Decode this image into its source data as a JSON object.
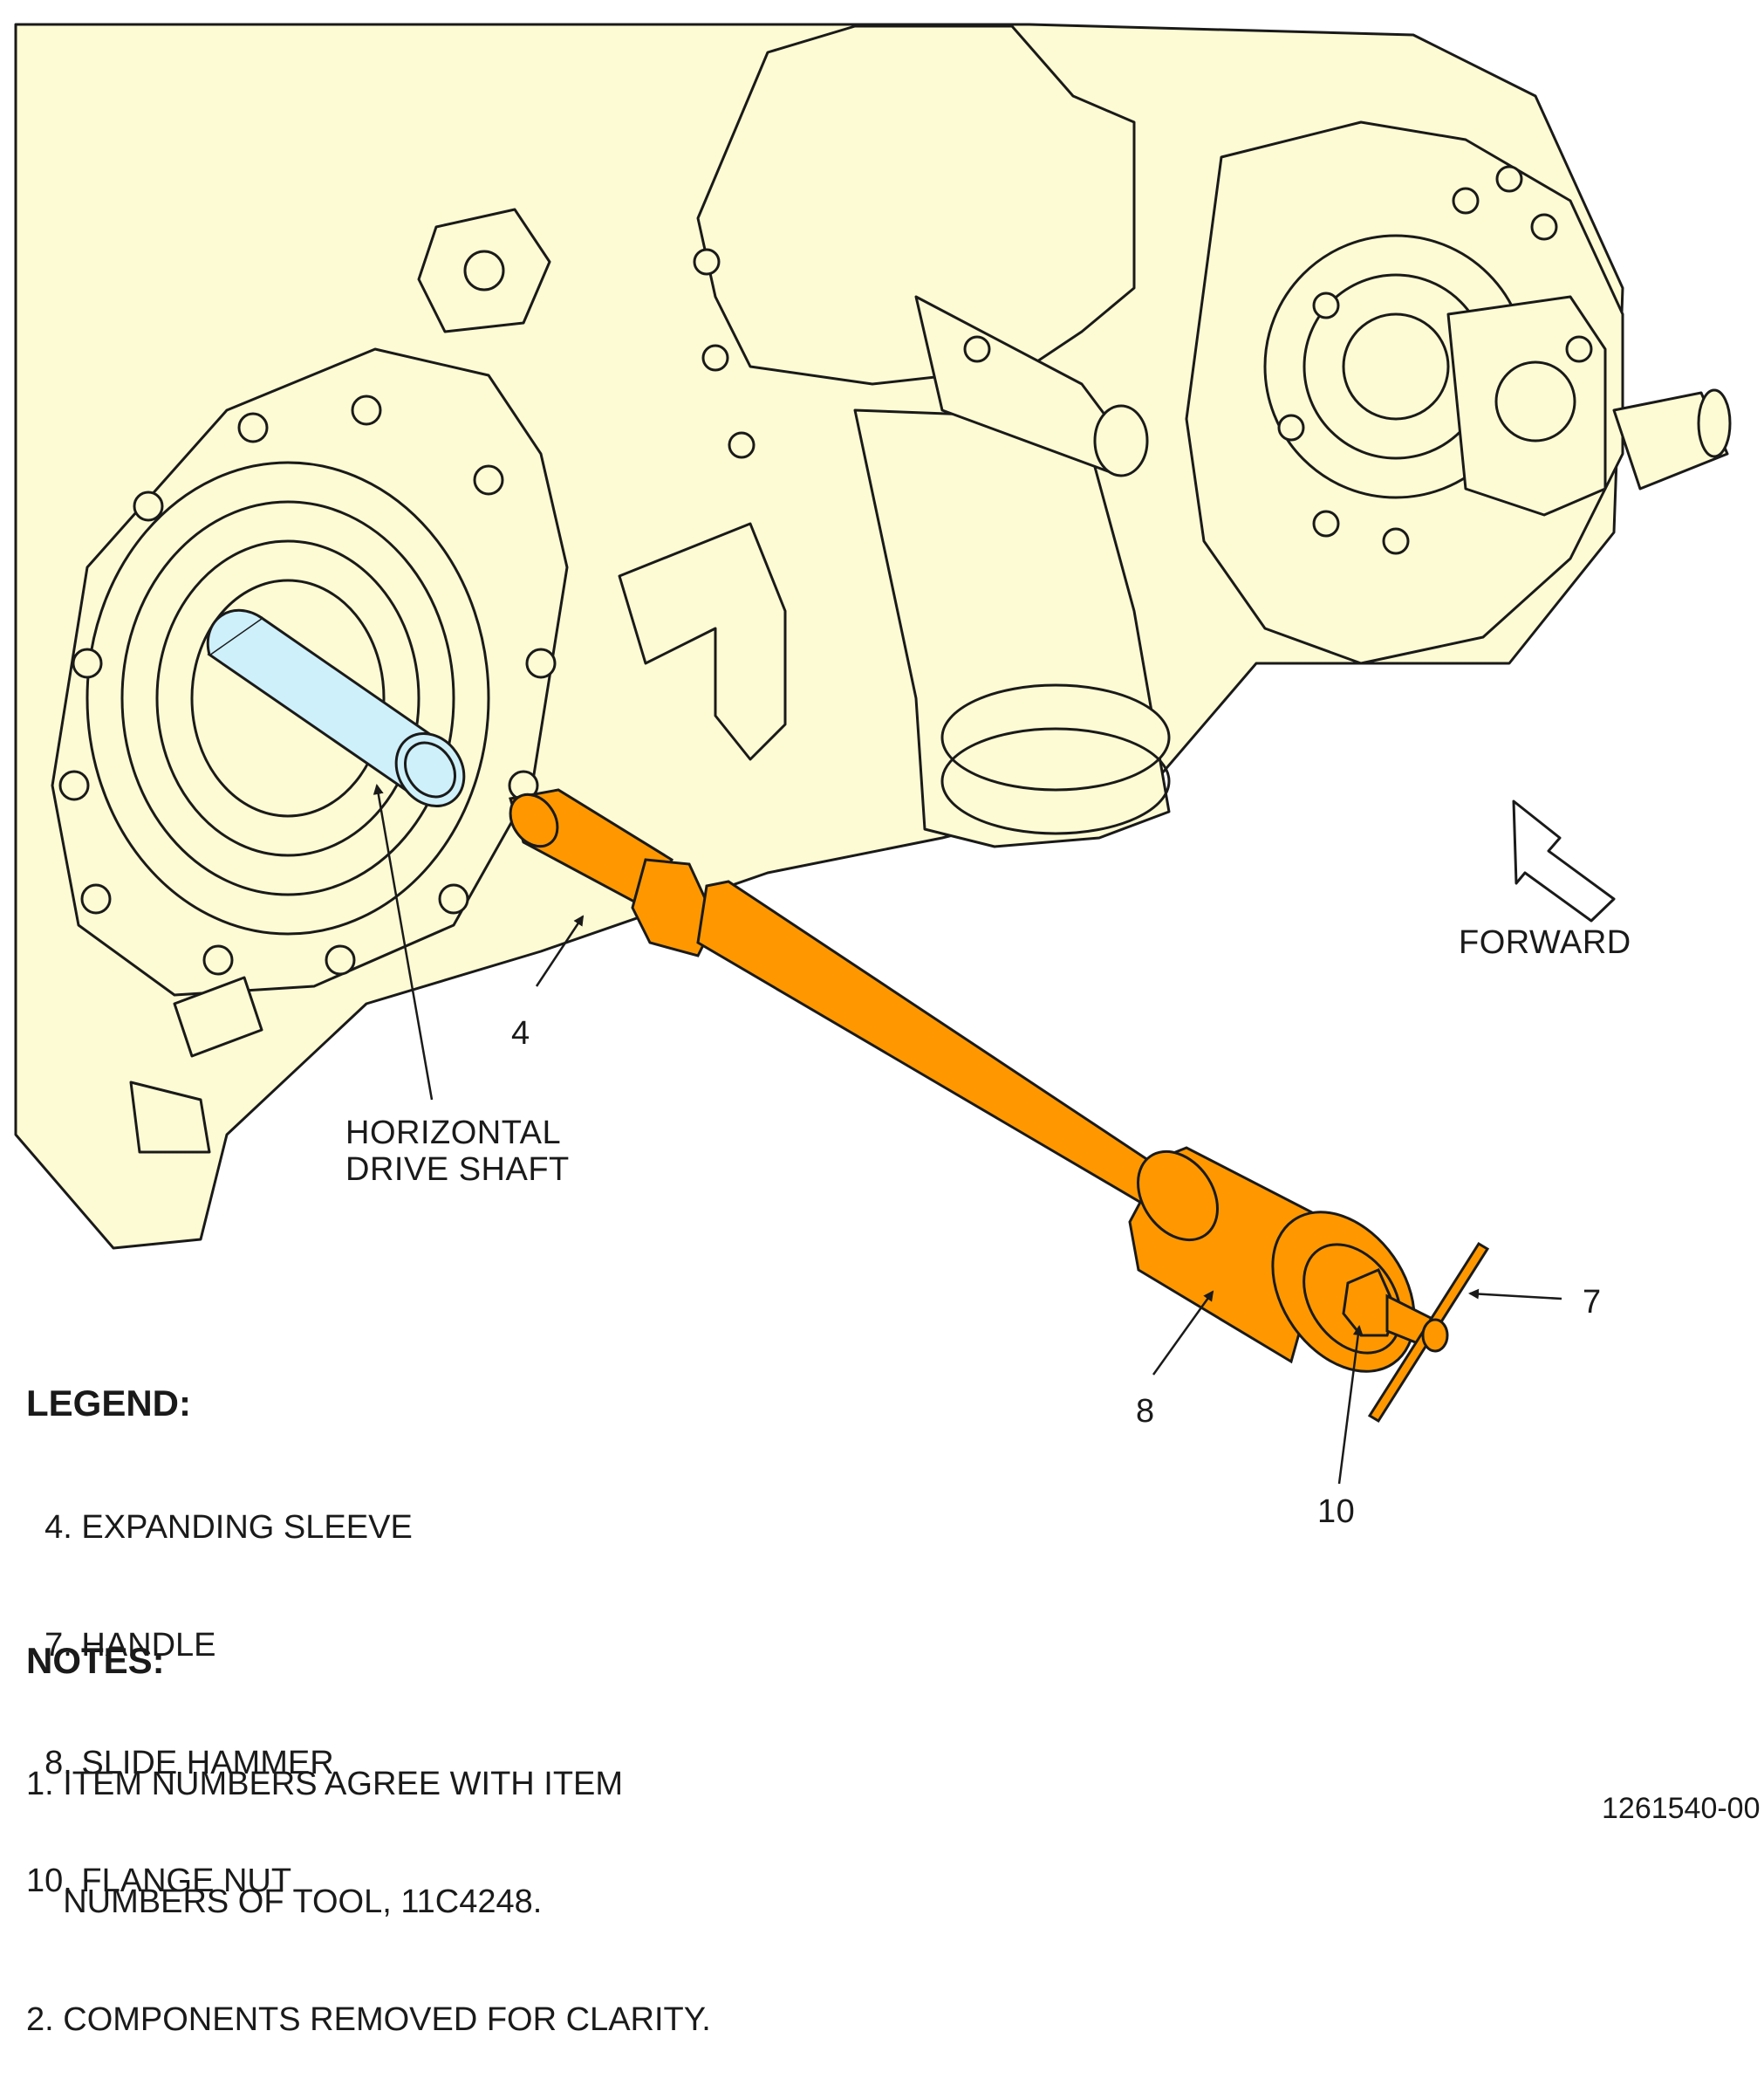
{
  "callouts": {
    "sleeve": "4",
    "handle": "7",
    "hammer": "8",
    "nut": "10",
    "shaft_line1": "HORIZONTAL",
    "shaft_line2": "DRIVE SHAFT",
    "forward": "FORWARD"
  },
  "legend": {
    "heading": "LEGEND:",
    "items": [
      "  4. EXPANDING SLEEVE",
      "  7. HANDLE",
      "  8. SLIDE HAMMER",
      "10. FLANGE NUT"
    ]
  },
  "notes": {
    "heading": "NOTES:",
    "line1": "1. ITEM NUMBERS AGREE WITH ITEM",
    "line2": "    NUMBERS OF TOOL, 11C4248.",
    "line3": "2. COMPONENTS REMOVED FOR CLARITY."
  },
  "figure_id": "1261540-00",
  "colors": {
    "housing": "#fdfbd3",
    "tool": "#ff9800",
    "shaft": "#cef0fb",
    "line": "#1a1a1a"
  }
}
